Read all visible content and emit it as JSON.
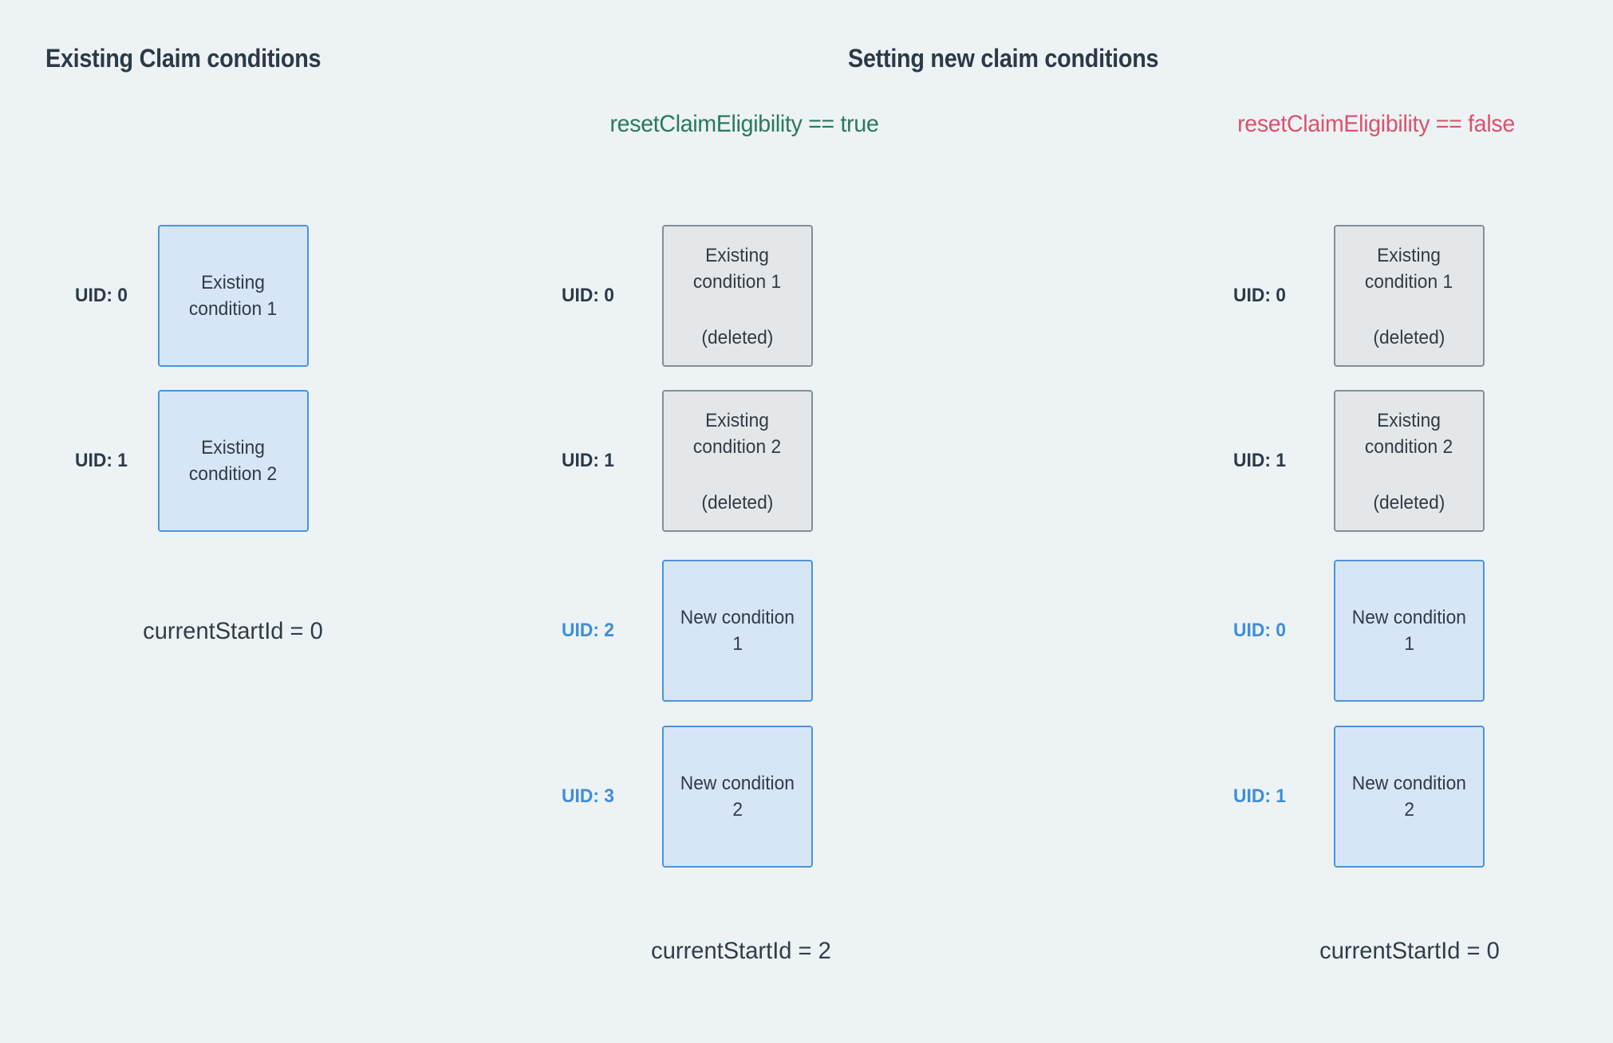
{
  "colors": {
    "background": "#edf2f5",
    "heading_text": "#2c3a47",
    "body_text": "#303b45",
    "green_true": "#28795e",
    "red_false": "#d9536b",
    "uid_blue": "#3d8fd8",
    "blue_box_fill": "#d6e6f7",
    "blue_box_border": "#4a94da",
    "gray_box_fill": "#e4e7e9",
    "gray_box_border": "#838e98"
  },
  "headings": {
    "existing": "Existing Claim conditions",
    "setting": "Setting new claim conditions"
  },
  "scenarios": {
    "true_label": "resetClaimEligibility == true",
    "false_label": "resetClaimEligibility == false"
  },
  "columns": [
    {
      "name": "existing-claim-conditions",
      "rows": [
        {
          "uid": "UID: 0",
          "line1": "Existing",
          "line2": "condition 1"
        },
        {
          "uid": "UID: 1",
          "line1": "Existing",
          "line2": "condition 2"
        }
      ],
      "footer": "currentStartId = 0"
    },
    {
      "name": "reset-eligibility-true",
      "rows": [
        {
          "uid": "UID: 0",
          "line1": "Existing",
          "line2": "condition 1",
          "status": "(deleted)"
        },
        {
          "uid": "UID: 1",
          "line1": "Existing",
          "line2": "condition 2",
          "status": "(deleted)"
        },
        {
          "uid": "UID: 2",
          "line1": "New condition",
          "line2": "1"
        },
        {
          "uid": "UID: 3",
          "line1": "New condition",
          "line2": "2"
        }
      ],
      "footer": "currentStartId = 2"
    },
    {
      "name": "reset-eligibility-false",
      "rows": [
        {
          "uid": "UID: 0",
          "line1": "Existing",
          "line2": "condition 1",
          "status": "(deleted)"
        },
        {
          "uid": "UID: 1",
          "line1": "Existing",
          "line2": "condition 2",
          "status": "(deleted)"
        },
        {
          "uid": "UID: 0",
          "line1": "New condition",
          "line2": "1"
        },
        {
          "uid": "UID: 1",
          "line1": "New condition",
          "line2": "2"
        }
      ],
      "footer": "currentStartId = 0"
    }
  ]
}
